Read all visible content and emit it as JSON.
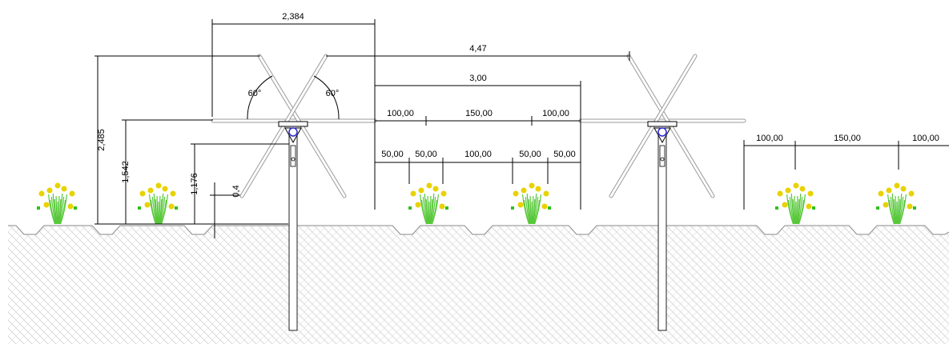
{
  "dimensions": {
    "width_2384": "2,384",
    "width_447": "4,47",
    "width_300": "3,00",
    "height_2485": "2,485",
    "height_1542": "1,542",
    "height_1176": "1,176",
    "height_04": "0,4",
    "angle_left": "60°",
    "angle_right": "60°",
    "upper_row": [
      "100,00",
      "150,00",
      "100,00"
    ],
    "lower_row": [
      "50,00",
      "50,00",
      "100,00",
      "50,00",
      "50,00"
    ],
    "right_row": [
      "100,00",
      "150,00",
      "100,00"
    ]
  },
  "colors": {
    "ground_hatch": "#c8c8c8",
    "panel": "#9a9a9a",
    "plant_stem": "#58c83a",
    "flower_yellow": "#e8d200",
    "tracker_motor": "#2b2bd6"
  }
}
